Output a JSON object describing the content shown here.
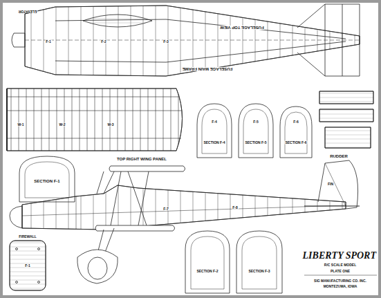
{
  "diagram": {
    "title": "LIBERTY SPORT",
    "labels": [
      "ELEVATOR",
      "FUSELAGE TOP VIEW",
      "FUSELAGE MAIN FRAME",
      "F-1",
      "F-2",
      "F-3",
      "W-1",
      "W-2",
      "W-3",
      "TOP RIGHT WING PANEL",
      "SECTION F-4",
      "SECTION F-5",
      "SECTION F-6",
      "F-4",
      "F-5",
      "F-6",
      "SECTION F-1",
      "FIREWALL",
      "F-1",
      "RUDDER",
      "FIN",
      "F-7",
      "F-8",
      "SECTION F-2",
      "SECTION F-3",
      "R/C SCALE MODEL",
      "PLATE ONE",
      "SIG MANUFACTURING CO. INC.",
      "MONTEZUMA, IOWA"
    ]
  }
}
